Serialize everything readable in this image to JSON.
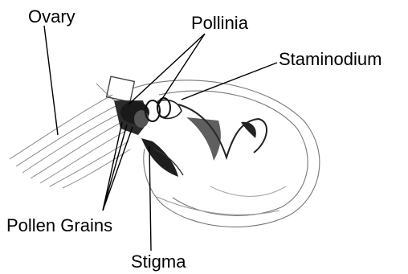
{
  "labels": {
    "ovary": "Ovary",
    "pollinia": "Pollinia",
    "staminodium": "Staminodium",
    "pollen_grains": "Pollen Grains",
    "stigma": "Stigma"
  },
  "colors": {
    "ink": "#000000",
    "sketch": "#6e6e6e",
    "shade": "#1a1a1a",
    "background": "#ffffff"
  }
}
